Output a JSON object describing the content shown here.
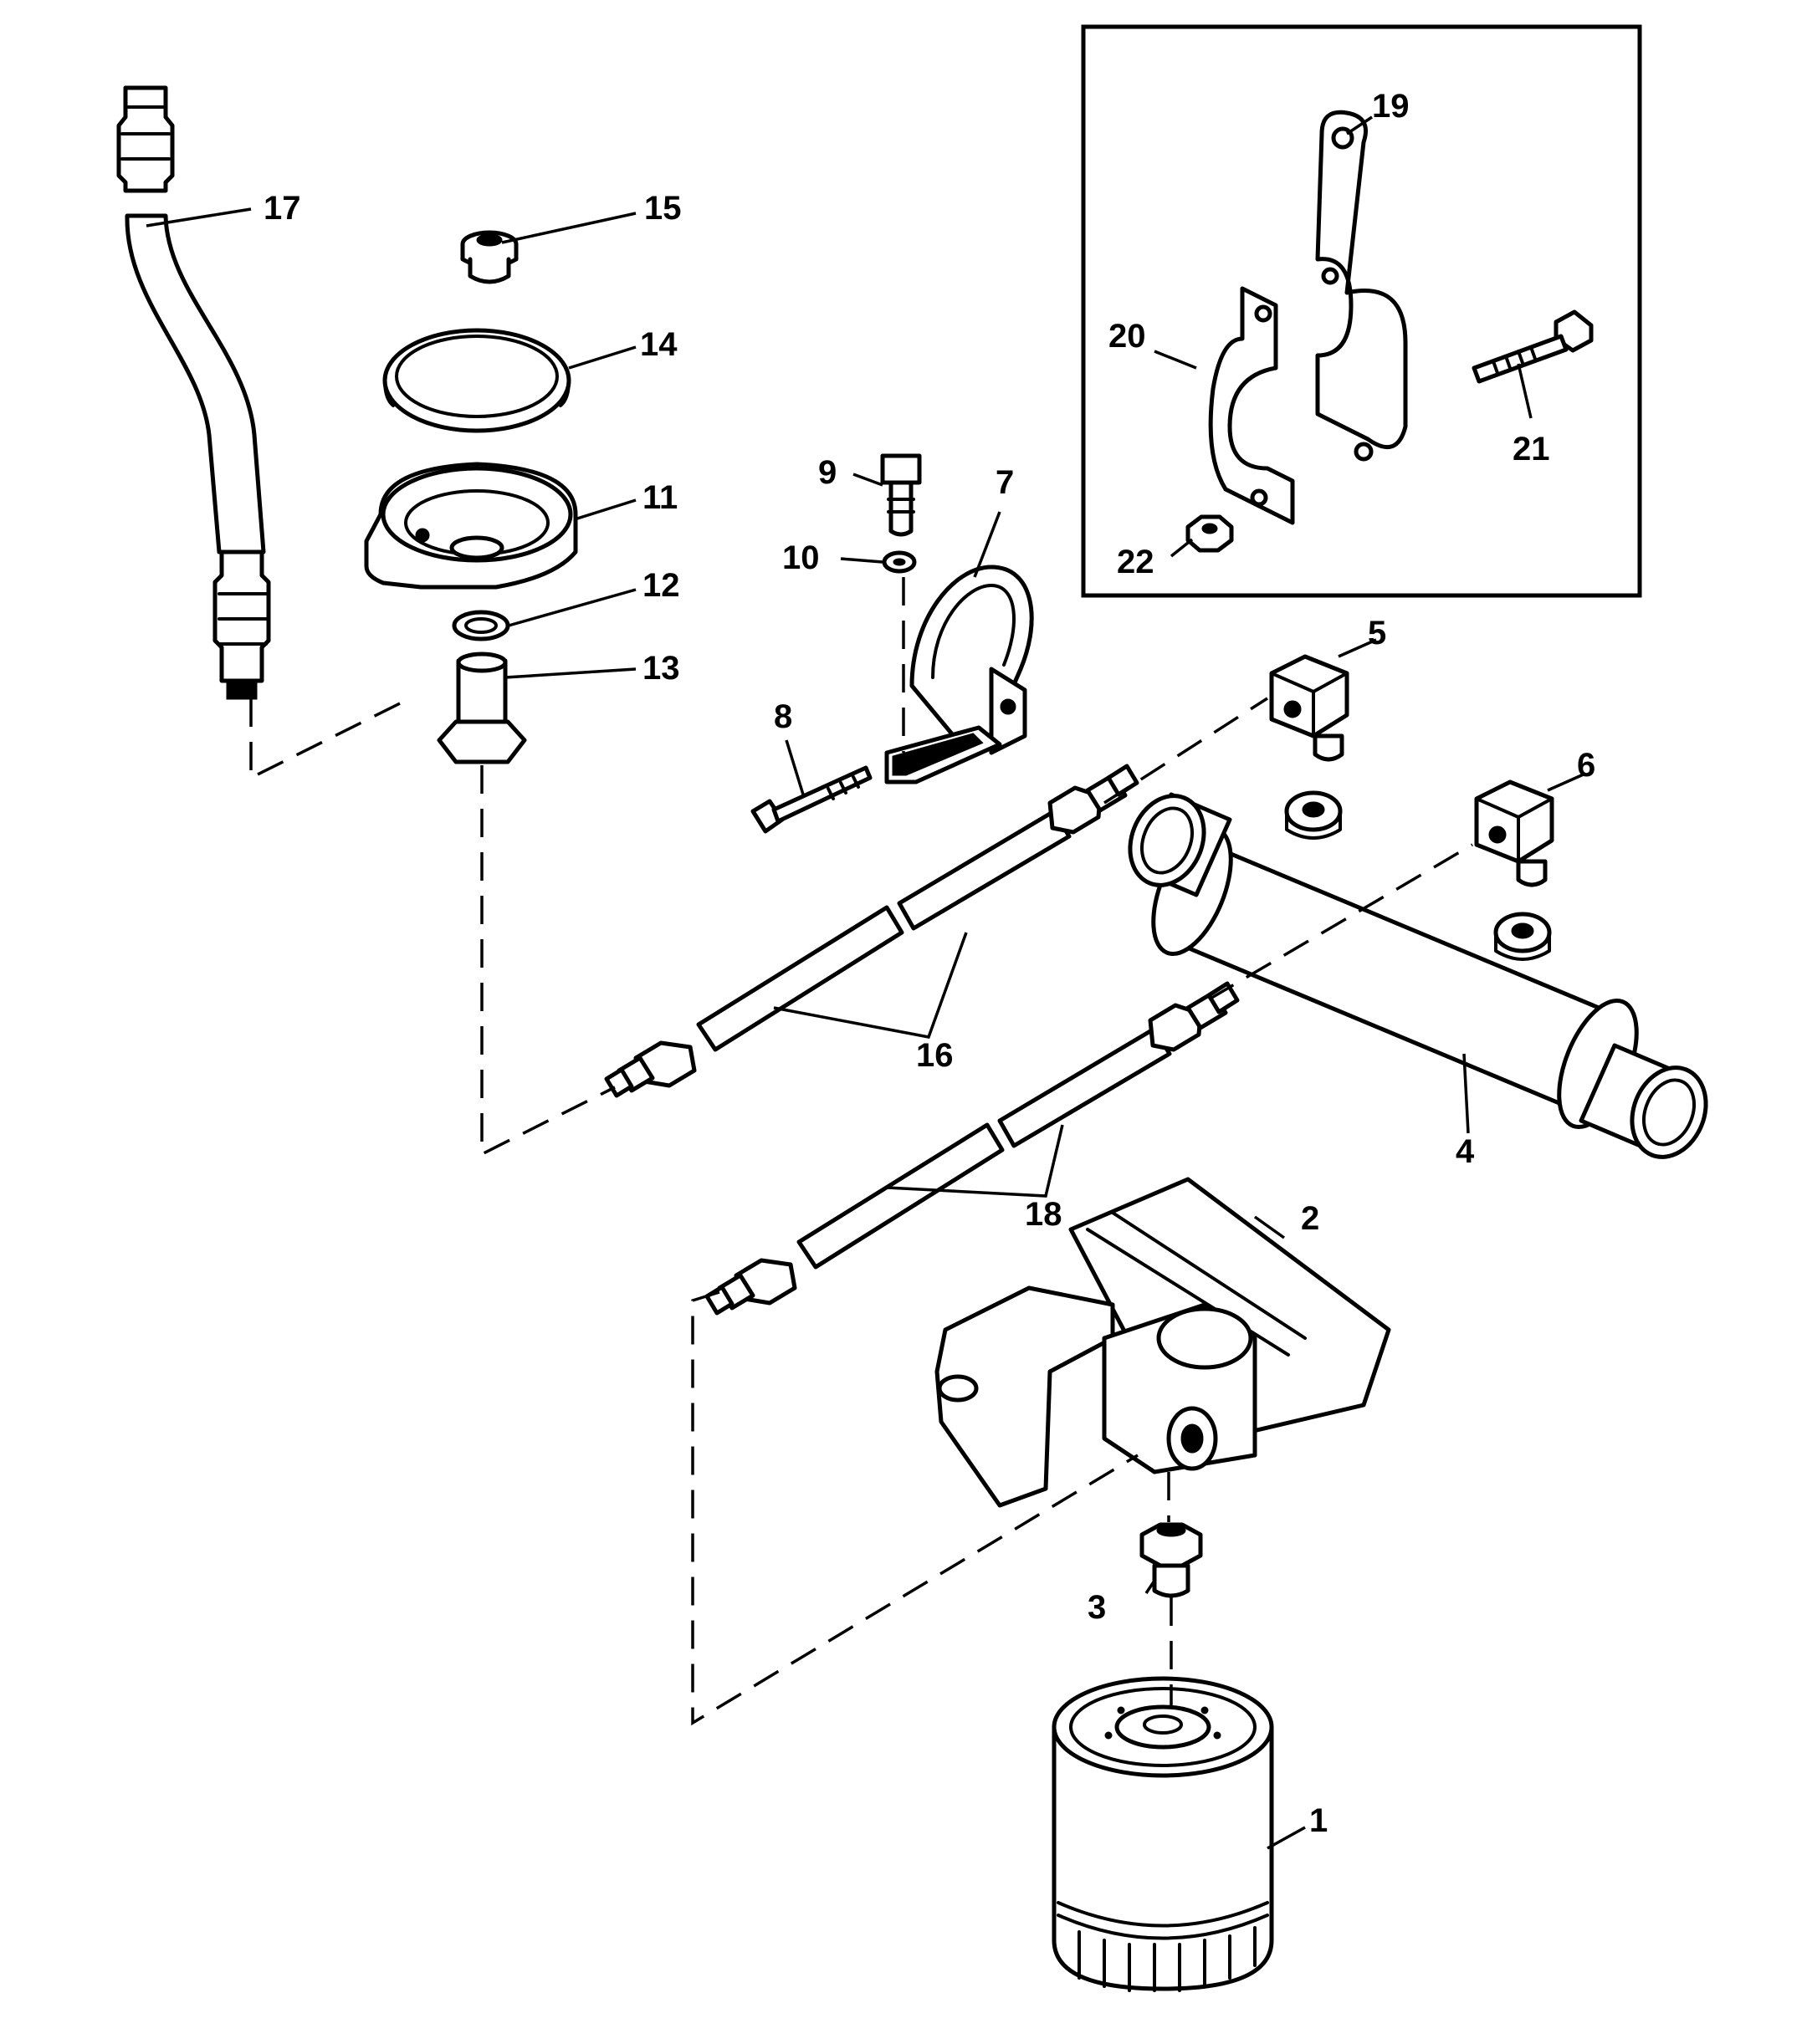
{
  "diagram": {
    "callouts": [
      {
        "id": "c1",
        "label": "1"
      },
      {
        "id": "c2",
        "label": "2"
      },
      {
        "id": "c3",
        "label": "3"
      },
      {
        "id": "c4",
        "label": "4"
      },
      {
        "id": "c5",
        "label": "5"
      },
      {
        "id": "c6",
        "label": "6"
      },
      {
        "id": "c7",
        "label": "7"
      },
      {
        "id": "c8",
        "label": "8"
      },
      {
        "id": "c9",
        "label": "9"
      },
      {
        "id": "c10",
        "label": "10"
      },
      {
        "id": "c11",
        "label": "11"
      },
      {
        "id": "c12",
        "label": "12"
      },
      {
        "id": "c13",
        "label": "13"
      },
      {
        "id": "c14",
        "label": "14"
      },
      {
        "id": "c15",
        "label": "15"
      },
      {
        "id": "c16",
        "label": "16"
      },
      {
        "id": "c17",
        "label": "17"
      },
      {
        "id": "c18",
        "label": "18"
      },
      {
        "id": "c19",
        "label": "19"
      },
      {
        "id": "c20",
        "label": "20"
      },
      {
        "id": "c21",
        "label": "21"
      },
      {
        "id": "c22",
        "label": "22"
      }
    ]
  },
  "colors": {
    "ink": "#000000",
    "paper": "#ffffff"
  }
}
